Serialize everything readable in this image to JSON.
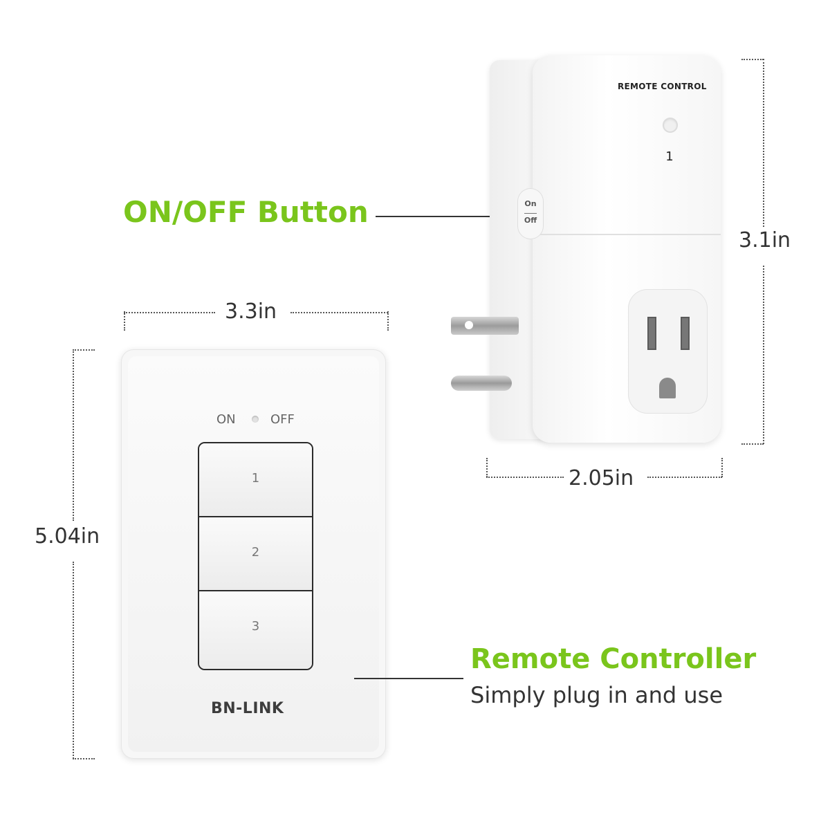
{
  "callouts": {
    "onoff_button": "ON/OFF Button",
    "remote_title": "Remote Controller",
    "remote_subtitle": "Simply plug in and use"
  },
  "dimensions": {
    "remote_width": "3.3in",
    "remote_height": "5.04in",
    "plug_height": "3.1in",
    "plug_width": "2.05in"
  },
  "wall_remote": {
    "on_label": "ON",
    "off_label": "OFF",
    "buttons": [
      "1",
      "2",
      "3"
    ],
    "brand": "BN-LINK"
  },
  "plug_module": {
    "title": "REMOTE CONTROL",
    "channel": "1",
    "side_button_on": "On",
    "side_button_off": "Off"
  },
  "colors": {
    "accent_green": "#7ac51c",
    "device_white": "#f7f7f7"
  }
}
